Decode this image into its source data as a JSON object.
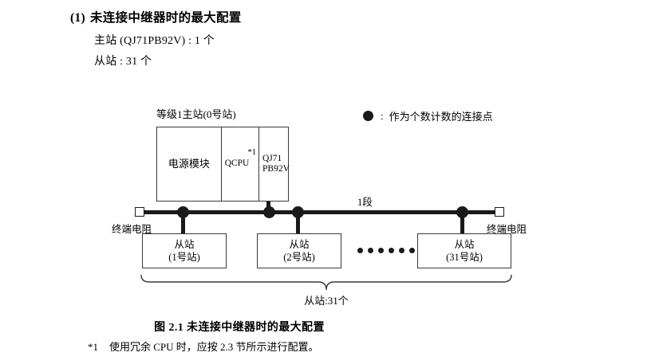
{
  "heading": {
    "number": "(1)",
    "title": "未连接中继器时的最大配置"
  },
  "spec": {
    "master": "主站 (QJ71PB92V) : 1 个",
    "slave": "从站 : 31 个"
  },
  "legend": {
    "marker_icon": "filled-circle-icon",
    "colon": ":",
    "text": "作为个数计数的连接点"
  },
  "diagram": {
    "master": {
      "caption": "等级1主站(0号站)",
      "cells": {
        "power": "电源模块",
        "cpu": "QCPU",
        "cpu_footnote_mark": "*1",
        "network_line1": "QJ71",
        "network_line2": "PB92V"
      }
    },
    "bus": {
      "segment_label": "1段",
      "terminator_left_label": "终端电阻",
      "terminator_right_label": "终端电阻",
      "terminator_icon": "square-terminator-icon",
      "connection_point_icon": "filled-circle-icon"
    },
    "slaves": [
      {
        "name": "从站",
        "station": "(1号站)"
      },
      {
        "name": "从站",
        "station": "(2号站)"
      },
      {
        "name": "从站",
        "station": "(31号站)"
      }
    ],
    "ellipsis_dot_count": 6,
    "brace_label": "从站:31个"
  },
  "figure": {
    "caption": "图 2.1  未连接中继器时的最大配置"
  },
  "footnote": {
    "mark": "*1",
    "text": "使用冗余 CPU 时，应按 2.3 节所示进行配置。"
  },
  "colors": {
    "ink": "#000000",
    "line": "#1a1a1a",
    "box_border": "#3a3a3a",
    "background": "#ffffff"
  }
}
